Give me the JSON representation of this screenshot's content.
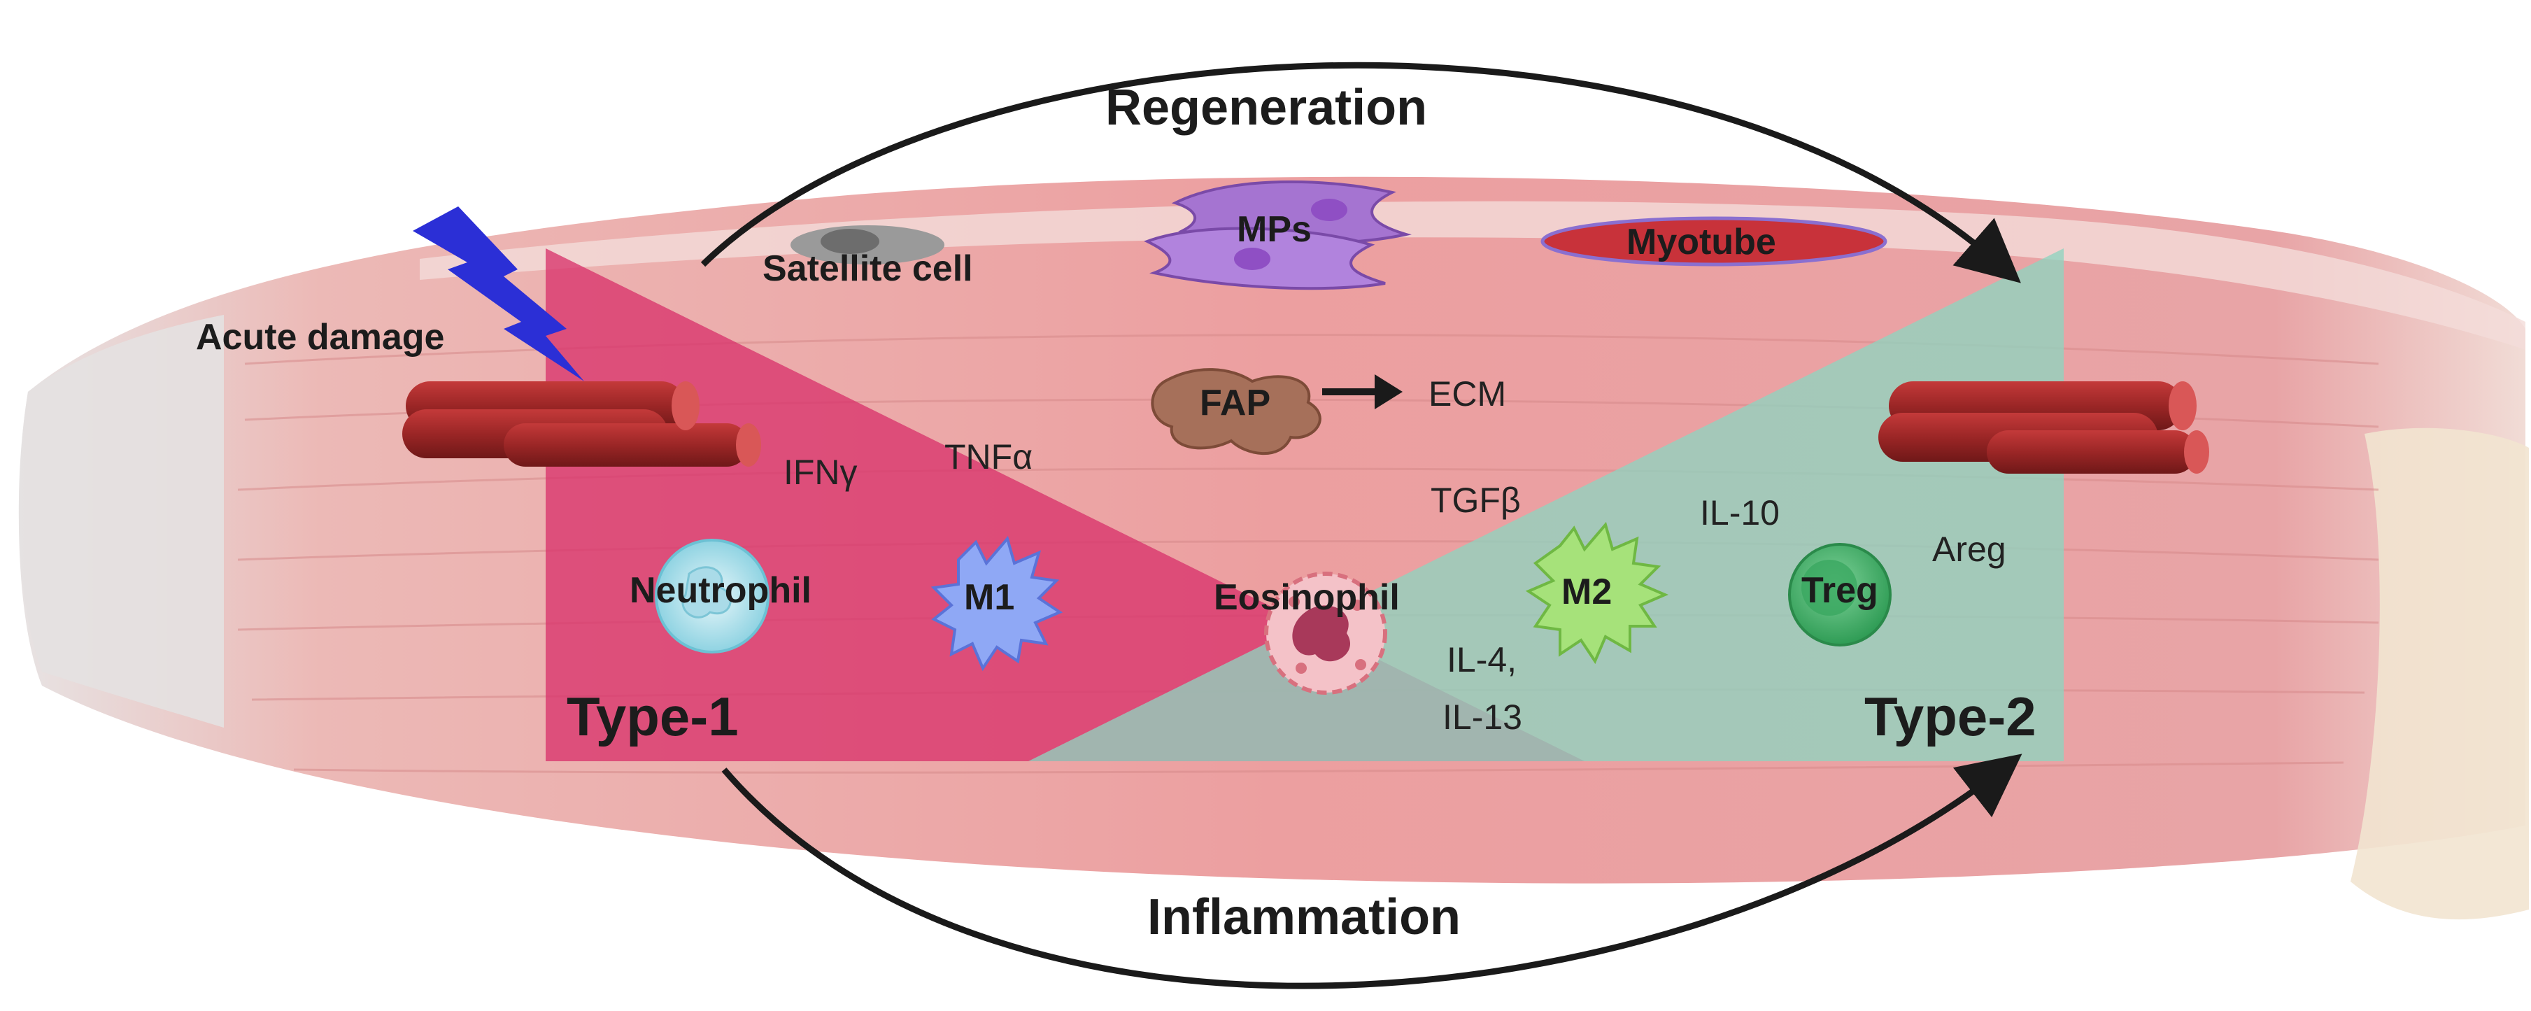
{
  "labels": {
    "regeneration": "Regeneration",
    "inflammation": "Inflammation",
    "acute_damage": "Acute damage",
    "satellite_cell": "Satellite cell",
    "mps": "MPs",
    "myotube": "Myotube",
    "fap": "FAP",
    "ecm": "ECM",
    "ifng": "IFNγ",
    "tnfa": "TNFα",
    "tgfb": "TGFβ",
    "il10": "IL-10",
    "areg": "Areg",
    "neutrophil": "Neutrophil",
    "m1": "M1",
    "eosinophil": "Eosinophil",
    "m2": "M2",
    "treg": "Treg",
    "il4": "IL-4,",
    "il13": "IL-13",
    "type1": "Type-1",
    "type2": "Type-2"
  },
  "colors": {
    "muscle": "#e9a8a8",
    "muscle_light": "#f3c9c6",
    "type1": "#d8336b",
    "type2": "#8fd3bf",
    "fiber": "#9b2a2a",
    "arrow": "#1a1a1a",
    "lightning": "#2b2fd6"
  }
}
